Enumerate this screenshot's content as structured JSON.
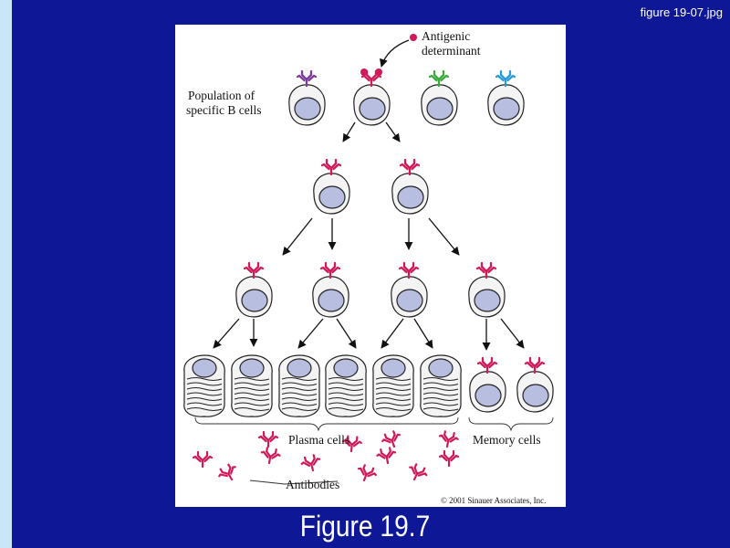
{
  "file_name": "figure 19-07.jpg",
  "caption": "Figure 19.7",
  "labels": {
    "antigenic_determinant_line1": "Antigenic",
    "antigenic_determinant_line2": "determinant",
    "population_line1": "Population of",
    "population_line2": "specific B cells",
    "plasma_cells": "Plasma cells",
    "memory_cells": "Memory cells",
    "antibodies": "Antibodies",
    "copyright": "© 2001 Sinauer Associates, Inc."
  },
  "colors": {
    "background": "#0e1796",
    "receptor_red": "#d0195a",
    "receptor_purple": "#7a3b9a",
    "receptor_green": "#3aa83a",
    "receptor_blue": "#2a9ad8",
    "nucleus": "#b8bedf"
  }
}
